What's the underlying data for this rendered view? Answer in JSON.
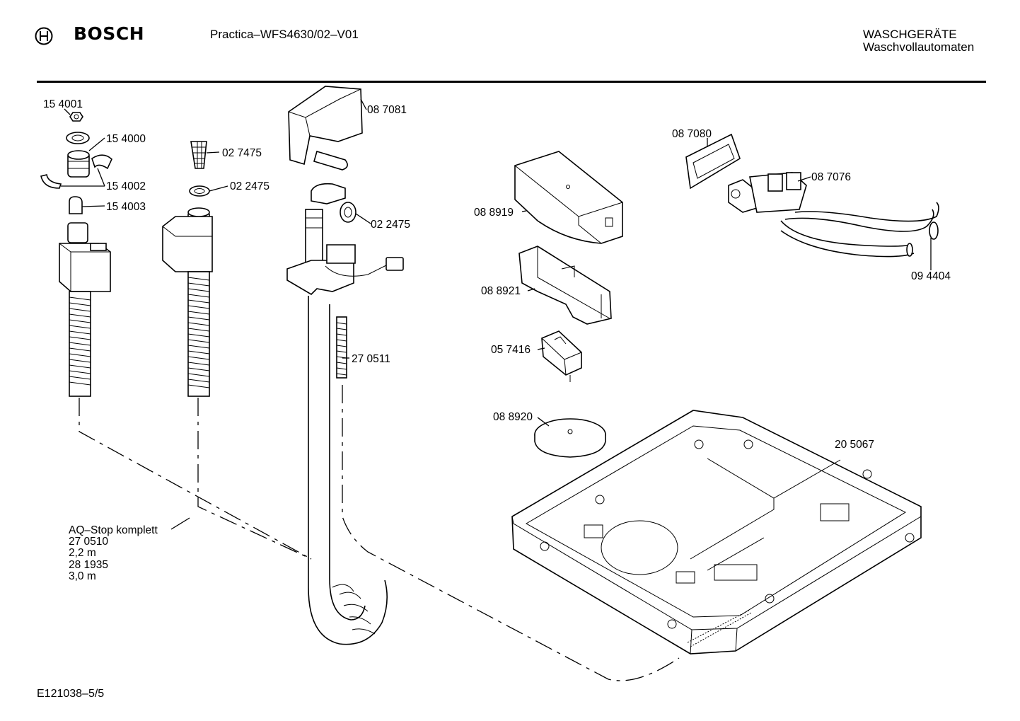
{
  "header": {
    "brand": "BOSCH",
    "model": "Practica–WFS4630/02–V01",
    "category": "WASCHGERÄTE",
    "subcategory": "Waschvollautomaten"
  },
  "parts": {
    "p154001": "15 4001",
    "p154000": "15 4000",
    "p154002": "15 4002",
    "p154003": "15 4003",
    "p027475": "02 7475",
    "p022475a": "02 2475",
    "p087081": "08 7081",
    "p022475b": "02 2475",
    "p270511": "27 0511",
    "p088919": "08 8919",
    "p088921": "08 8921",
    "p057416": "05 7416",
    "p088920": "08 8920",
    "p087080": "08 7080",
    "p087076": "08 7076",
    "p094404": "09 4404",
    "p205067": "20 5067"
  },
  "aqstop": {
    "title": "AQ–Stop komplett",
    "part1": "27 0510",
    "len1": "2,2 m",
    "part2": "28 1935",
    "len2": "3,0 m"
  },
  "footer": {
    "doc_id": "E121038–5/5"
  }
}
